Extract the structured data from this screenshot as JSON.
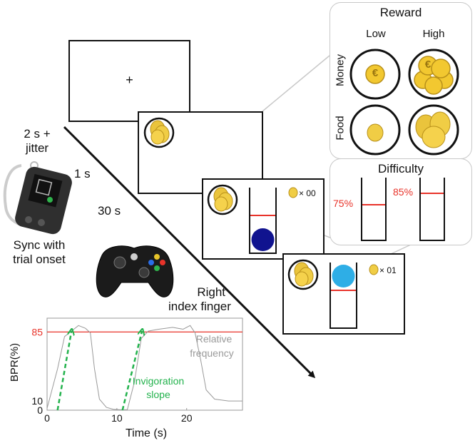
{
  "timeline": {
    "fixation_symbol": "+",
    "duration_1": "2 s +",
    "duration_1b": "jitter",
    "duration_2": "1 s",
    "duration_3": "30 s"
  },
  "device": {
    "caption_line1": "Sync with",
    "caption_line2": "trial onset"
  },
  "controller": {
    "caption_line1": "Right",
    "caption_line2": "index finger"
  },
  "screens": {
    "screen3_counter": "× 00",
    "screen4_counter": "× 01"
  },
  "reward_panel": {
    "title": "Reward",
    "col_low": "Low",
    "col_high": "High",
    "row_money": "Money",
    "row_food": "Food",
    "coin_symbol": "€"
  },
  "difficulty_panel": {
    "title": "Difficulty",
    "level_1": "75%",
    "level_2": "85%"
  },
  "chart_data": {
    "type": "line",
    "xlabel": "Time (s)",
    "ylabel": "BPR(%)",
    "x_ticks": [
      0,
      10,
      20
    ],
    "y_ticks": [
      0,
      10,
      85
    ],
    "y_tick_labels": [
      "0",
      "10",
      "85"
    ],
    "x_tick_labels": [
      "0",
      "10",
      "20"
    ],
    "threshold": 85,
    "threshold_color": "#e8332a",
    "series": [
      {
        "color": "#9a9a9a",
        "x": [
          0.0,
          1.5,
          2.5,
          3.5,
          4.5,
          5.5,
          6.2,
          6.8,
          7.5,
          8.5,
          9.5,
          10.5,
          11.5,
          12.5,
          13.5,
          14.5,
          16,
          18,
          19.5,
          20.5,
          21.2,
          22.0,
          22.8,
          24,
          26,
          28
        ],
        "y": [
          2,
          45,
          80,
          86,
          92,
          89,
          84,
          45,
          12,
          3,
          1,
          0.5,
          0.5,
          30,
          78,
          86,
          88,
          90,
          88,
          92,
          84,
          55,
          22,
          12,
          10,
          10
        ]
      }
    ],
    "annotations": [
      {
        "text": "Relative",
        "color": "#9a9a9a"
      },
      {
        "text": "frequency",
        "color": "#9a9a9a"
      },
      {
        "text": "Invigoration",
        "color": "#22b24c"
      },
      {
        "text": "slope",
        "color": "#22b24c"
      }
    ],
    "slopes": [
      {
        "x": [
          1.5,
          3.5
        ],
        "y": [
          0,
          86
        ]
      },
      {
        "x": [
          10.8,
          13.6
        ],
        "y": [
          0,
          86
        ]
      }
    ],
    "xlim": [
      0,
      28
    ],
    "ylim": [
      0,
      100
    ]
  }
}
